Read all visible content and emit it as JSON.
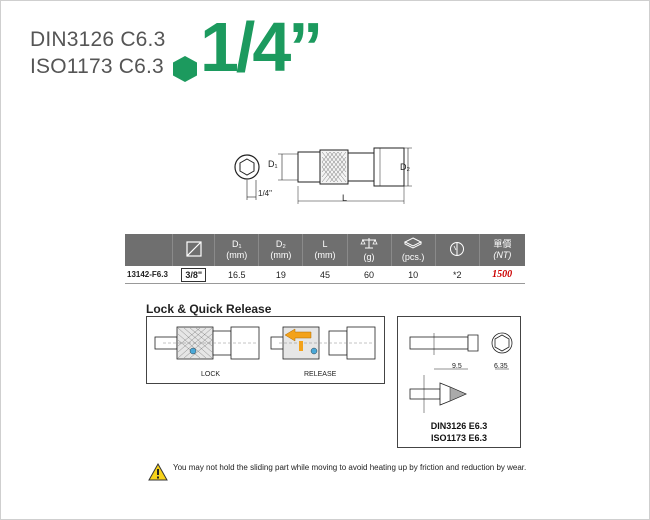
{
  "header": {
    "standard_1": "DIN3126 C6.3",
    "standard_2": "ISO1173 C6.3",
    "size": "1/4”",
    "accent_color": "#1c9a5e"
  },
  "diagram": {
    "d1_label": "D₁",
    "d2_label": "D₂",
    "drive_label": "1/4\"",
    "length_label": "L"
  },
  "table": {
    "headers": [
      {
        "id": "drive",
        "icon": "square-drive-icon"
      },
      {
        "id": "d1",
        "line1": "D₁",
        "line2": "(mm)"
      },
      {
        "id": "d2",
        "line1": "D₂",
        "line2": "(mm)"
      },
      {
        "id": "l",
        "line1": "L",
        "line2": "(mm)"
      },
      {
        "id": "weight",
        "icon": "scale-icon",
        "line2": "(g)"
      },
      {
        "id": "pcs",
        "icon": "box-icon",
        "line2": "(pcs.)"
      },
      {
        "id": "bit",
        "icon": "bit-icon"
      },
      {
        "id": "price",
        "line1": "單價",
        "line2": "(NT)"
      }
    ],
    "rows": [
      {
        "part": "13142-F6.3",
        "drive": "3/8\"",
        "d1": "16.5",
        "d2": "19",
        "l": "45",
        "weight": "60",
        "pcs": "10",
        "bit": "*2",
        "price": "1500"
      }
    ]
  },
  "lock_release": {
    "title": "Lock & Quick Release",
    "lock_caption": "LOCK",
    "release_caption": "RELEASE"
  },
  "bit_spec": {
    "dim_a": "9.5",
    "dim_b": "6.35",
    "label_1": "DIN3126 E6.3",
    "label_2": "ISO1173 E6.3"
  },
  "warning": {
    "text": "You may not hold the sliding part while moving to avoid heating up by friction and reduction by wear."
  }
}
